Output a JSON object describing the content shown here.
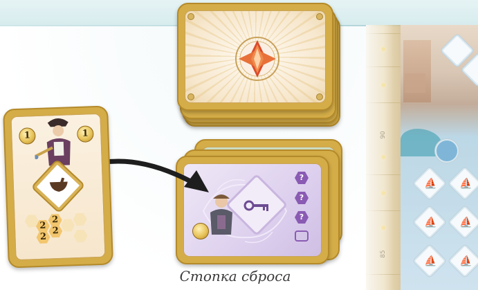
{
  "caption": "Стопка сброса",
  "character_card": {
    "coin_left": "1",
    "coin_right": "1",
    "hex_values": [
      "2",
      "2",
      "2",
      "2"
    ]
  },
  "discard_card": {
    "badges": [
      "?",
      "?",
      "?"
    ]
  },
  "board": {
    "track_numbers": [
      "90",
      "85"
    ]
  }
}
